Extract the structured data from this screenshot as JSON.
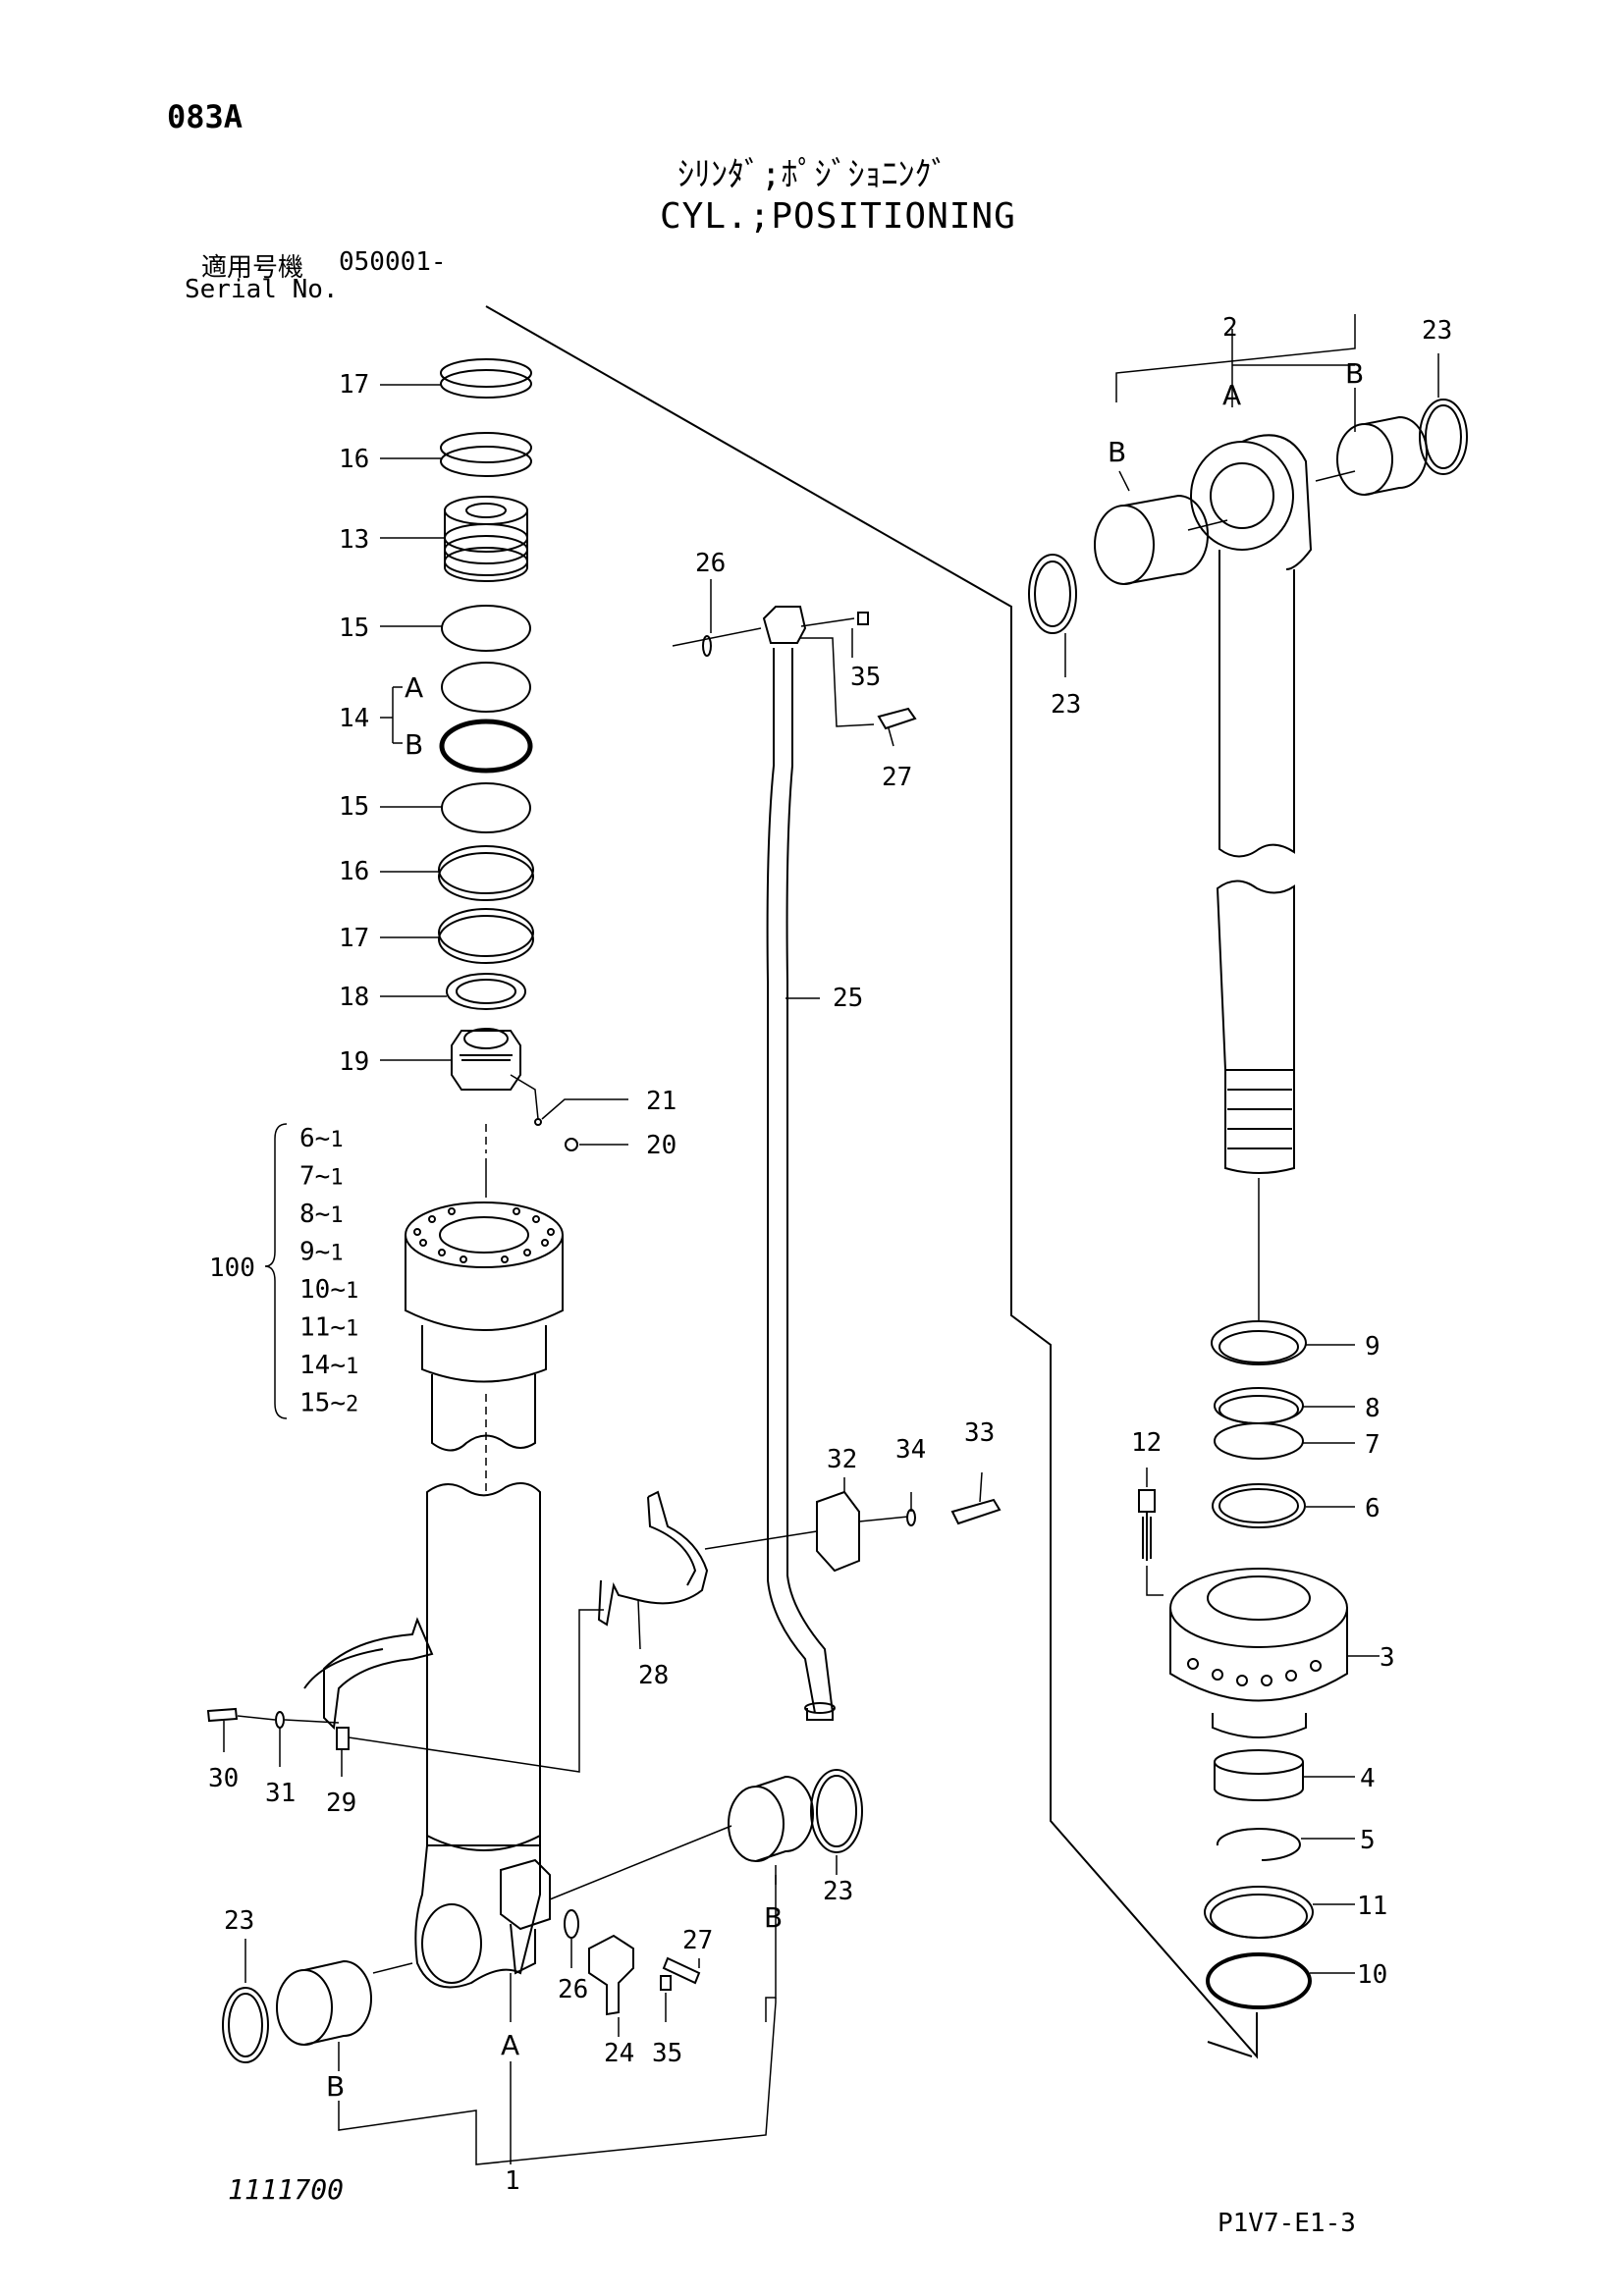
{
  "header": {
    "page_code": "083A",
    "title_jp": "ｼﾘﾝﾀﾞ;ﾎﾟｼﾞｼｮﾆﾝｸﾞ",
    "title_en": "CYL.;POSITIONING",
    "serial_label_jp": "適用号機",
    "serial_value": "050001-",
    "serial_label_en": "Serial No."
  },
  "footer": {
    "drawing_number": "1111700",
    "sheet_code": "P1V7-E1-3"
  },
  "callouts": {
    "c17a": "17",
    "c16a": "16",
    "c13": "13",
    "c15a": "15",
    "c14": "14",
    "c14a": "A",
    "c14b": "B",
    "c15b": "15",
    "c16b": "16",
    "c17b": "17",
    "c18": "18",
    "c19": "19",
    "c21": "21",
    "c20": "20",
    "c100": "100",
    "c26a": "26",
    "c35a": "35",
    "c27a": "27",
    "c25": "25",
    "c2": "2",
    "c2a": "A",
    "c2b1": "B",
    "c2b2": "B",
    "c23a": "23",
    "c23b": "23",
    "c9": "9",
    "c8": "8",
    "c7": "7",
    "c6": "6",
    "c12": "12",
    "c3": "3",
    "c4": "4",
    "c5": "5",
    "c11": "11",
    "c10": "10",
    "c32": "32",
    "c34": "34",
    "c33": "33",
    "c28": "28",
    "c30": "30",
    "c31": "31",
    "c29": "29",
    "c23c": "23",
    "c23d": "23",
    "c_b1": "B",
    "c_b2": "B",
    "c_a": "A",
    "c26b": "26",
    "c27b": "27",
    "c24": "24",
    "c35b": "35",
    "c1": "1"
  },
  "kit_100": [
    {
      "part": "6",
      "sep": "~",
      "qty": "1"
    },
    {
      "part": "7",
      "sep": "~",
      "qty": "1"
    },
    {
      "part": "8",
      "sep": "~",
      "qty": "1"
    },
    {
      "part": "9",
      "sep": "~",
      "qty": "1"
    },
    {
      "part": "10",
      "sep": "~",
      "qty": "1"
    },
    {
      "part": "11",
      "sep": "~",
      "qty": "1"
    },
    {
      "part": "14",
      "sep": "~",
      "qty": "1"
    },
    {
      "part": "15",
      "sep": "~",
      "qty": "2"
    }
  ]
}
